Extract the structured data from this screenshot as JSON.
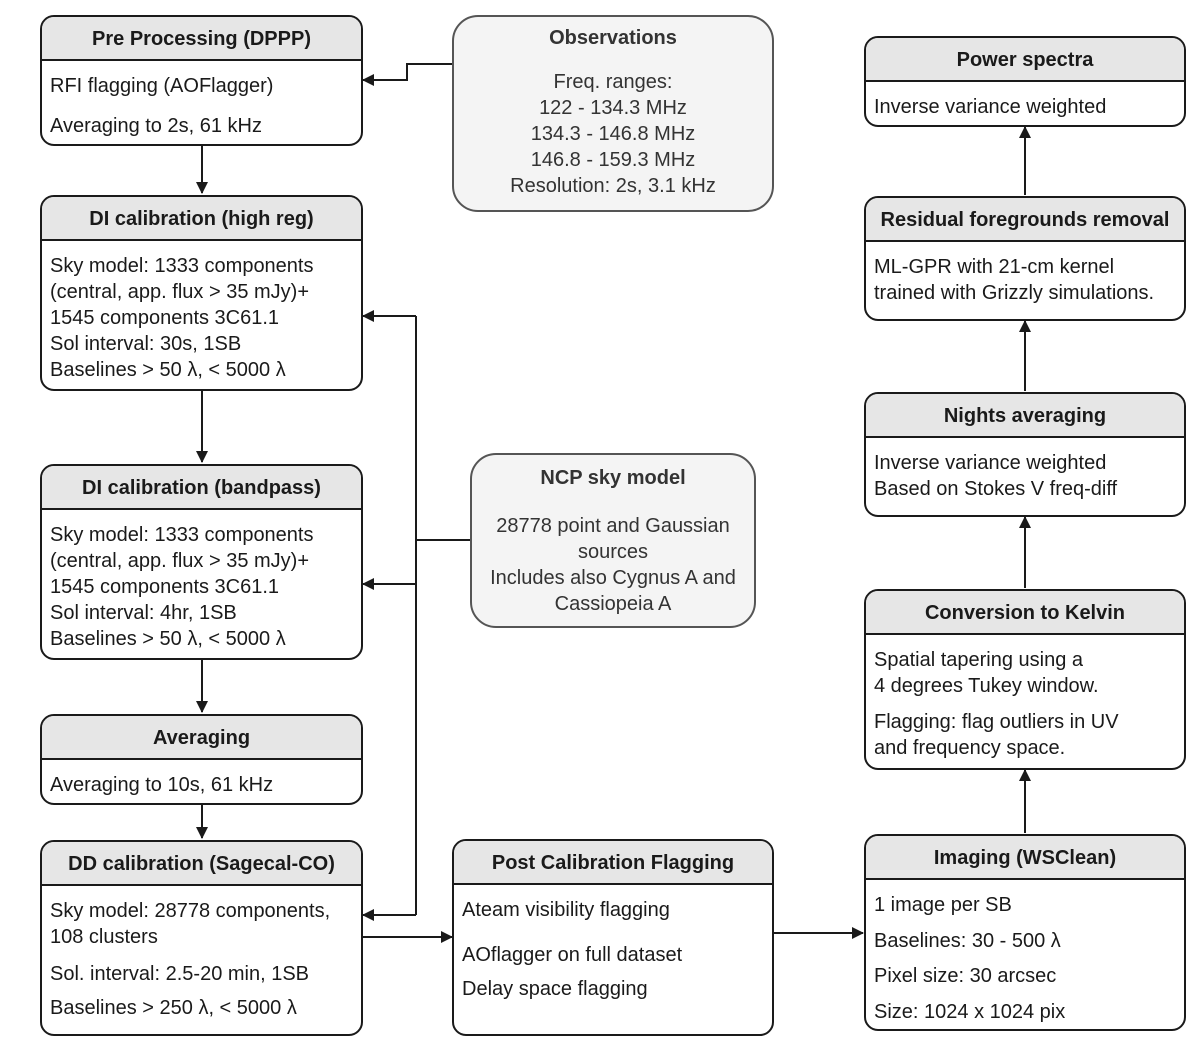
{
  "preprocessing": {
    "title": "Pre Processing (DPPP)",
    "lines": [
      "RFI flagging (AOFlagger)",
      "Averaging to 2s, 61 kHz"
    ]
  },
  "di_high": {
    "title": "DI calibration (high reg)",
    "lines": [
      "Sky model: 1333 components",
      "(central, app. flux > 35 mJy)+",
      "1545 components 3C61.1",
      "Sol interval: 30s, 1SB",
      "Baselines > 50 λ, < 5000 λ"
    ]
  },
  "di_bandpass": {
    "title": "DI calibration (bandpass)",
    "lines": [
      "Sky model: 1333 components",
      "(central, app. flux > 35 mJy)+",
      "1545 components 3C61.1",
      "Sol interval: 4hr, 1SB",
      "Baselines > 50 λ, < 5000 λ"
    ]
  },
  "averaging": {
    "title": "Averaging",
    "lines": [
      "Averaging to 10s, 61 kHz"
    ]
  },
  "dd_cal": {
    "title": "DD calibration (Sagecal-CO)",
    "lines": [
      "Sky model: 28778 components,",
      "108 clusters",
      "Sol. interval: 2.5-20 min, 1SB",
      "Baselines > 250 λ, < 5000 λ"
    ]
  },
  "observations": {
    "title": "Observations",
    "lines": [
      "Freq. ranges:",
      "122 - 134.3 MHz",
      "134.3 - 146.8 MHz",
      "146.8 - 159.3 MHz",
      "Resolution: 2s, 3.1 kHz"
    ]
  },
  "ncp": {
    "title": "NCP sky model",
    "lines": [
      "28778 point and Gaussian",
      "sources",
      "Includes also Cygnus A and",
      "Cassiopeia A"
    ]
  },
  "post_cal": {
    "title": "Post Calibration Flagging",
    "lines": [
      "Ateam visibility flagging",
      "AOflagger on full dataset",
      "Delay space flagging"
    ]
  },
  "imaging": {
    "title": "Imaging (WSClean)",
    "lines": [
      "1 image per SB",
      "Baselines: 30 - 500 λ",
      "Pixel size: 30 arcsec",
      "Size: 1024 x 1024 pix"
    ]
  },
  "kelvin": {
    "title": "Conversion to Kelvin",
    "lines": [
      "Spatial tapering using a",
      "4 degrees Tukey window.",
      "Flagging: flag outliers in UV",
      "and frequency space."
    ]
  },
  "nights": {
    "title": "Nights averaging",
    "lines": [
      "Inverse variance weighted",
      "Based on Stokes V freq-diff"
    ]
  },
  "residual": {
    "title": "Residual foregrounds removal",
    "lines": [
      "ML-GPR with 21-cm kernel",
      "trained with Grizzly simulations."
    ]
  },
  "power": {
    "title": "Power spectra",
    "lines": [
      "Inverse variance weighted"
    ]
  }
}
